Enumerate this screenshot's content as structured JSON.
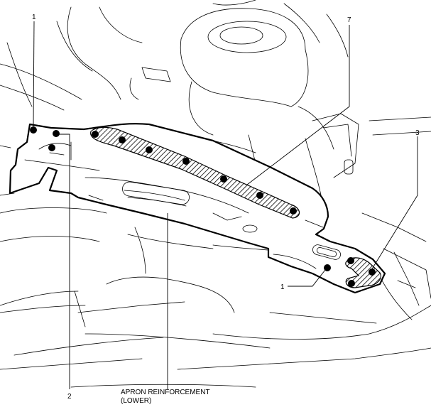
{
  "callouts": {
    "c1_top": "1",
    "c1_bottom": "1",
    "c2": "2",
    "c3": "3",
    "c7": "7"
  },
  "part_label": {
    "line1": "APRON REINFORCEMENT",
    "line2": "(LOWER)"
  },
  "colors": {
    "line": "#000000",
    "background": "#ffffff",
    "hatch": "#000000"
  }
}
